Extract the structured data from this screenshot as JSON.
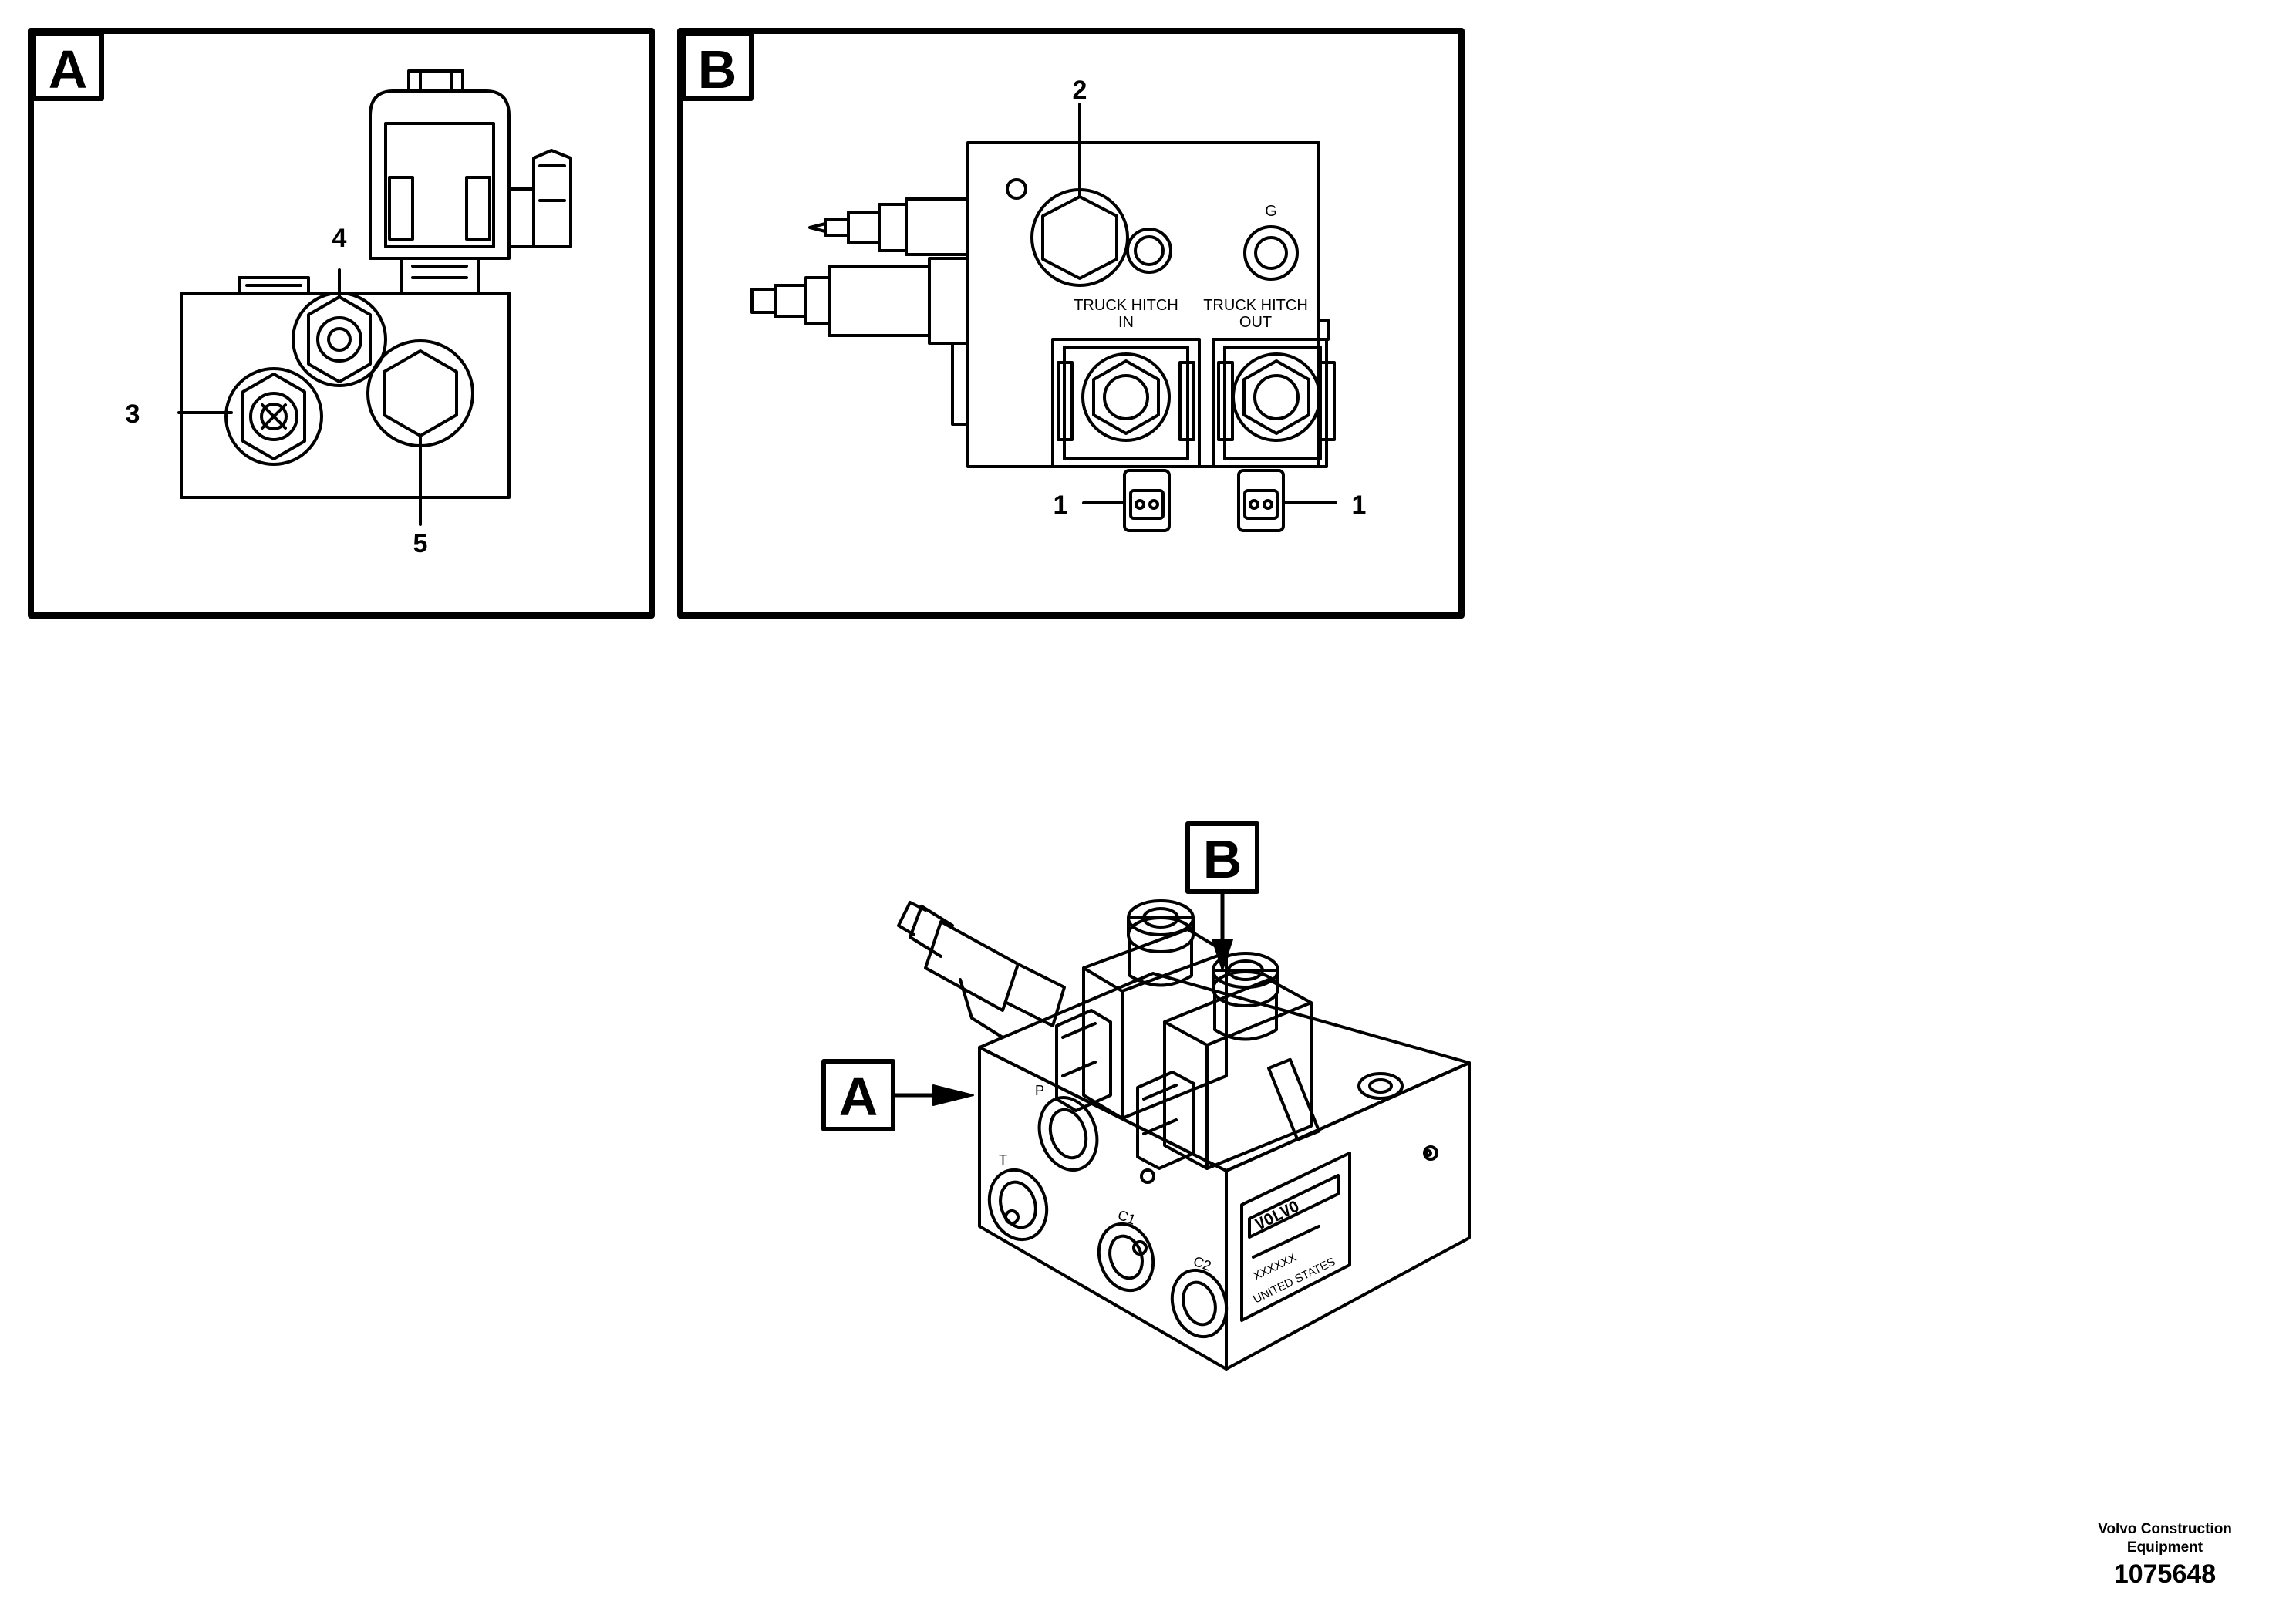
{
  "view_a": {
    "tag": "A",
    "callouts": {
      "c3": "3",
      "c4": "4",
      "c5": "5"
    }
  },
  "view_b": {
    "tag": "B",
    "callouts": {
      "c1_left": "1",
      "c1_right": "1",
      "c2": "2"
    },
    "port_g": "G",
    "truck_hitch_in": [
      "TRUCK HITCH",
      "IN"
    ],
    "truck_hitch_out": [
      "TRUCK HITCH",
      "OUT"
    ]
  },
  "iso_view": {
    "tag_a": "A",
    "tag_b": "B",
    "port_p": "P",
    "port_t": "T",
    "port_c1": "C1",
    "port_c2": "C2",
    "nameplate_brand": "VOLVO",
    "nameplate_serial": "XXXXXX",
    "nameplate_origin": "UNITED STATES"
  },
  "footer": {
    "brand_line1": "Volvo Construction",
    "brand_line2": "Equipment",
    "drawing_number": "1075648"
  }
}
